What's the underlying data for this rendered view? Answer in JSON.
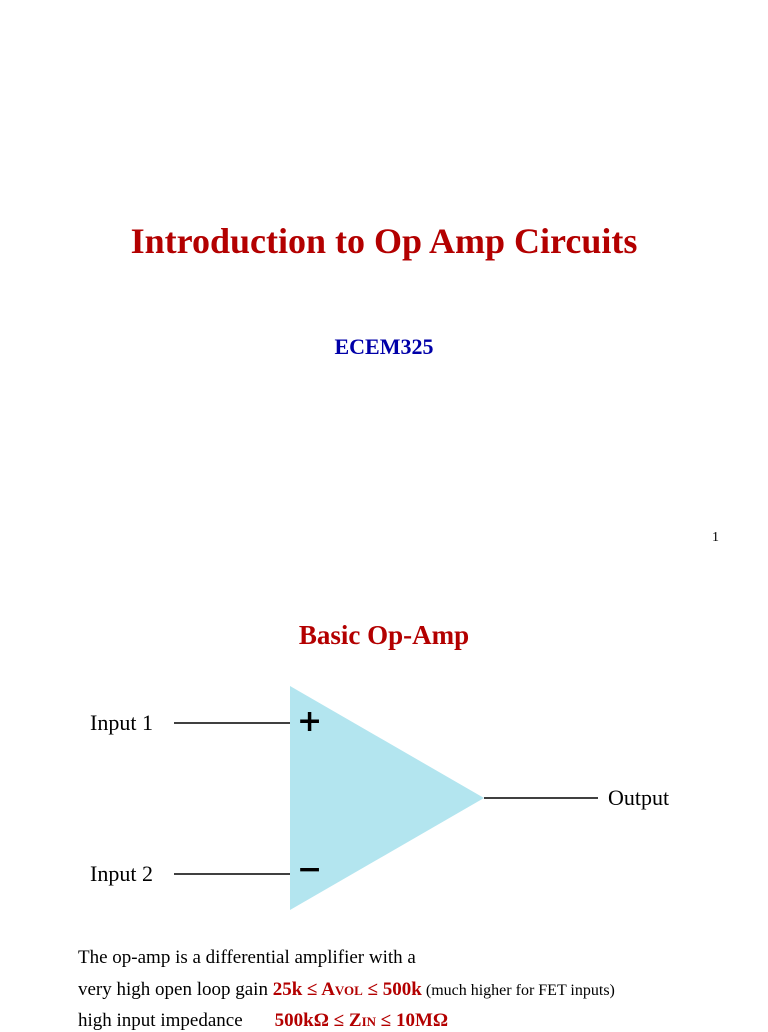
{
  "slide1": {
    "title": "Introduction to Op Amp Circuits",
    "course": "ECEM325",
    "page_number": "1"
  },
  "slide2": {
    "title": "Basic Op-Amp",
    "diagram": {
      "input1_label": "Input 1",
      "input2_label": "Input 2",
      "output_label": "Output",
      "plus_sign": "+",
      "minus_sign": "−",
      "triangle_color": "#b3e5ef"
    },
    "text": {
      "line1": "The op-amp is a differential amplifier with a",
      "line2_prefix": "very high open loop gain ",
      "gain_low": "25k",
      "le1": " ≤ ",
      "avol_a": "A",
      "avol_sub": "VOL",
      "le2": " ≤ ",
      "gain_high": "500k",
      "gain_note": " (much higher for FET inputs)",
      "line3_prefix": "high input impedance",
      "zin_low": "500kΩ",
      "zin_le1": " ≤ ",
      "zin_z": "Z",
      "zin_sub": "IN",
      "zin_le2": " ≤ ",
      "zin_high": "10MΩ"
    }
  }
}
